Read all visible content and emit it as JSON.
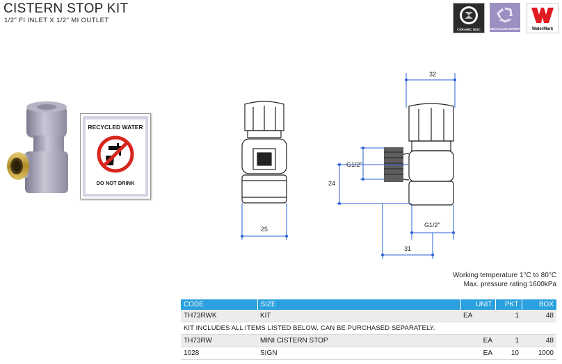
{
  "header": {
    "title": "CISTERN STOP KIT",
    "subtitle": "1/2\" FI INLET X 1/2\" MI OUTLET"
  },
  "badges": [
    {
      "icon": "ceramic-disc-icon",
      "label": "CERAMIC DISC"
    },
    {
      "icon": "recycle-icon",
      "label": "RECYCLED WATER"
    },
    {
      "icon": "watermark-logo",
      "label": "WaterMark"
    }
  ],
  "sign": {
    "heading": "RECYCLED WATER",
    "footer": "DO NOT DRINK"
  },
  "dimensions": {
    "front_width": "25",
    "side_top": "32",
    "thread_left": "G1/2\"",
    "height_24": "24",
    "thread_bottom": "G1/2\"",
    "bottom_31": "31"
  },
  "specs": {
    "temperature": "Working temperature 1°C to 80°C",
    "pressure": "Max. pressure rating 1600kPa"
  },
  "table": {
    "headers": {
      "code": "CODE",
      "size": "SIZE",
      "unit": "UNIT",
      "pkt": "PKT",
      "box": "BOX"
    },
    "kit_row": {
      "code": "TH73RWK",
      "size": "KIT",
      "unit": "EA",
      "pkt": "1",
      "box": "48"
    },
    "note": "KIT INCLUDES ALL ITEMS LISTED BELOW. CAN BE PURCHASED SEPARATELY.",
    "items": [
      {
        "code": "TH73RW",
        "size": "MINI CISTERN STOP",
        "unit": "EA",
        "pkt": "1",
        "box": "48"
      },
      {
        "code": "1028",
        "size": "SIGN",
        "unit": "EA",
        "pkt": "10",
        "box": "1000"
      }
    ]
  },
  "colors": {
    "table_header": "#2aa0de",
    "valve_body": "#a9a7b8",
    "brass": "#c9a640",
    "watermark_red": "#e11b22"
  }
}
